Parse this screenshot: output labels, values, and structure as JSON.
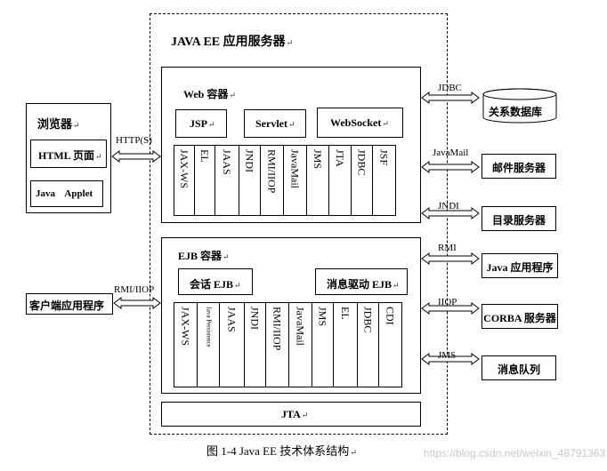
{
  "server_title": "JAVA EE 应用服务器",
  "web_container": {
    "title": "Web 容器",
    "top": [
      "JSP",
      "Servlet",
      "WebSocket"
    ],
    "apis": [
      "JAX-WS",
      "EL",
      "JAAS",
      "JNDI",
      "RMI/IIOP",
      "JavaMail",
      "JMS",
      "JTA",
      "JDBC",
      "JSF"
    ]
  },
  "ejb_container": {
    "title": "EJB 容器",
    "session": "会话 EJB",
    "mdb": "消息驱动 EJB",
    "apis": [
      "JAX-WS",
      "Java Persistence",
      "JAAS",
      "JNDI",
      "RMI/IIOP",
      "JavaMail",
      "JMS",
      "EL",
      "JDBC",
      "CDI"
    ]
  },
  "jta_bar": "JTA",
  "browser": {
    "title": "浏览器",
    "html": "HTML 页面",
    "applet": "Java    Applet"
  },
  "client_app": "客户端应用程序",
  "protocols": {
    "http": "HTTP(S)",
    "rmi_iiop": "RMI/IIOP"
  },
  "right": [
    {
      "protocol": "JDBC",
      "target": "关系数据库"
    },
    {
      "protocol": "JavaMail",
      "target": "邮件服务器"
    },
    {
      "protocol": "JNDI",
      "target": "目录服务器"
    },
    {
      "protocol": "RMI",
      "target": "Java 应用程序"
    },
    {
      "protocol": "IIOP",
      "target": "CORBA 服务器"
    },
    {
      "protocol": "JMS",
      "target": "消息队列"
    }
  ],
  "caption": "图 1-4    Java EE 技术体系结构",
  "watermark": "https://blog.csdn.net/weixin_48791363",
  "paragraph_mark": "↵"
}
